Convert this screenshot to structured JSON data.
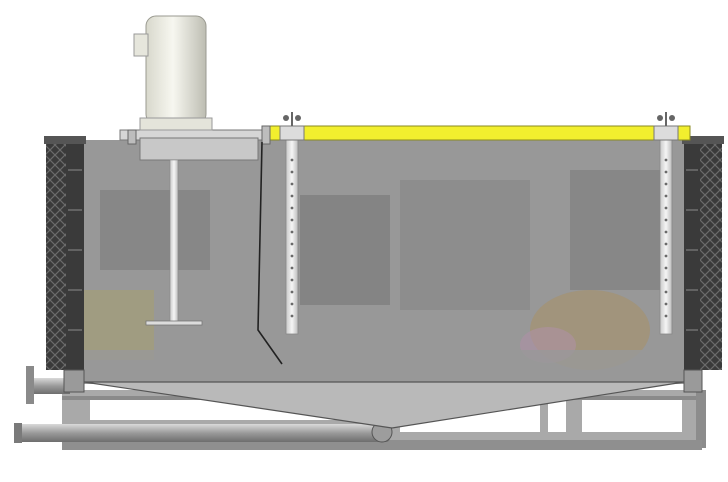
{
  "diagram": {
    "description_free": true,
    "colors": {
      "background": "#ffffff",
      "tank_wall": "#3a3a3a",
      "tank_wall_hatch": "#6a6a6a",
      "tank_interior": "#8f8f8f",
      "cone_bottom": "#b9b9b9",
      "frame": "#a8a8a8",
      "frame_dark": "#7c7c7c",
      "motor_body": "#efefe6",
      "motor_shadow": "#b8b8ad",
      "cover_plate": "#f2ef2e",
      "rod": "#e8e8e8",
      "pipe": "#8c8c8c"
    },
    "components": [
      "agitator-motor",
      "agitator-shaft",
      "agitator-impeller",
      "tank-cover",
      "left-electrode-rod",
      "right-electrode-rod",
      "insulated-tank-wall-left",
      "insulated-tank-wall-right",
      "conical-bottom",
      "drain-pipe",
      "support-frame"
    ]
  }
}
